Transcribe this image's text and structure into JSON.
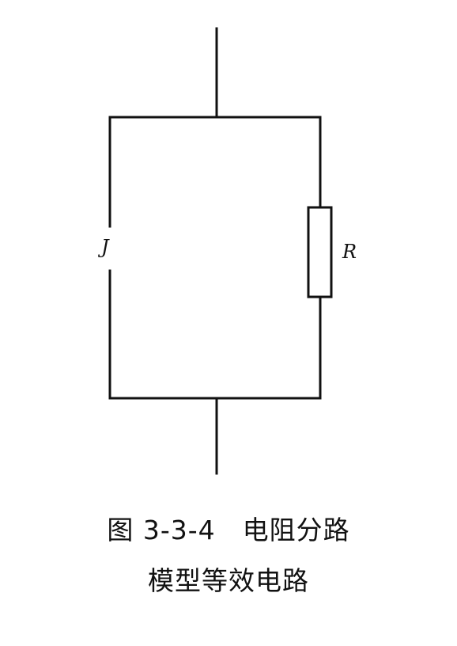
{
  "diagram": {
    "labels": {
      "left_element": "J",
      "right_element": "R"
    },
    "colors": {
      "line": "#111111",
      "background": "#ffffff"
    }
  },
  "caption": {
    "figure_number": "图 3-3-4",
    "title_line1": "电阻分路",
    "title_line2": "模型等效电路"
  }
}
